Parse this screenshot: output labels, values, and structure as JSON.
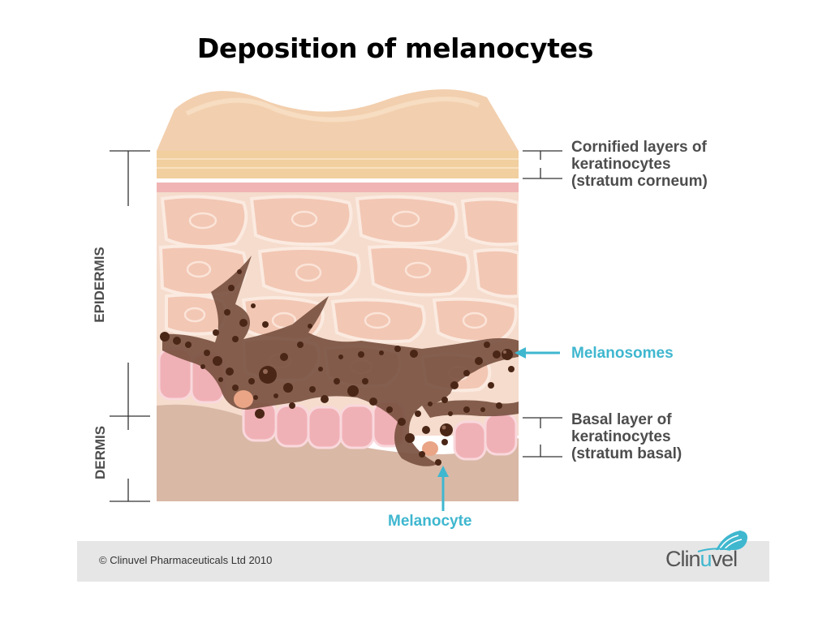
{
  "title": "Deposition of melanocytes",
  "labels": {
    "cornified": [
      "Cornified layers of",
      "keratinocytes",
      "(stratum corneum)"
    ],
    "melanosomes": "Melanosomes",
    "basal": [
      "Basal layer of",
      "keratinocytes",
      "(stratum basal)"
    ],
    "melanocyte": "Melanocyte",
    "epidermis": "EPIDERMIS",
    "dermis": "DERMIS"
  },
  "footer": {
    "copyright": "© Clinuvel Pharmaceuticals Ltd 2010",
    "logo_prefix": "Clin",
    "logo_accent": "u",
    "logo_suffix": "vel"
  },
  "colors": {
    "label_gray": "#4d4d4d",
    "accent_blue": "#3fb7cf",
    "melanin_brown": "#5a3321",
    "cell_pink": "#f3c6b3",
    "dermis": "#d9b8a6",
    "corneum": "#f2d2a8"
  }
}
